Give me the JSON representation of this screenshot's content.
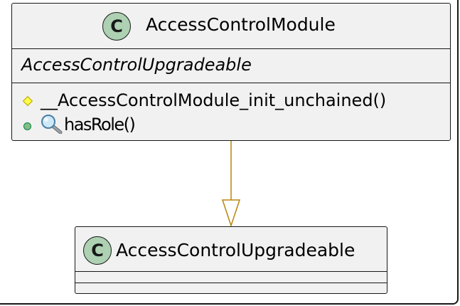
{
  "diagram": {
    "module_class": {
      "badge": "C",
      "name": "AccessControlModule",
      "parent_field": "AccessControlUpgradeable",
      "methods": [
        {
          "visibility": "protected",
          "name": "__AccessControlModule_init_unchained()"
        },
        {
          "visibility": "public",
          "icon": "magnifier-icon",
          "name": "hasRole()"
        }
      ]
    },
    "base_class": {
      "badge": "C",
      "name": "AccessControlUpgradeable"
    },
    "relation": {
      "type": "inheritance",
      "color": "#b8860b"
    },
    "colors": {
      "class_fill": "#f1f1f1",
      "badge_fill": "#add1b2",
      "border": "#181818",
      "protected_marker": "#ffff44",
      "public_marker": "#84be84"
    }
  }
}
